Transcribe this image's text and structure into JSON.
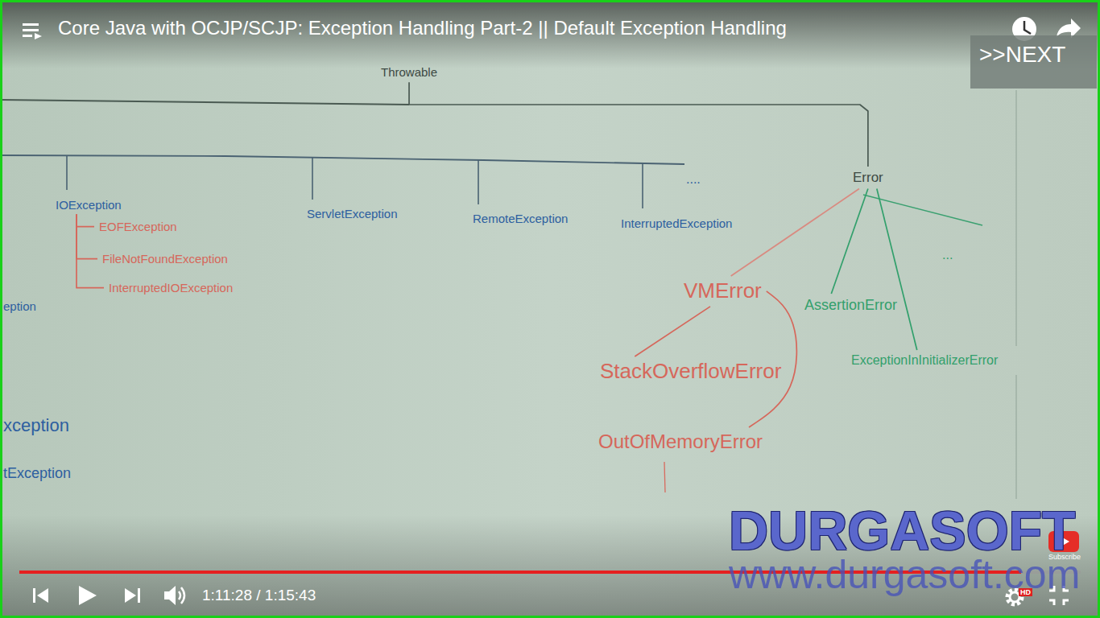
{
  "diagram": {
    "title": "Core Java with OCJP/SCJP: Exception Handling Part-2 || Default Exception Handling",
    "nodes": [
      {
        "text": [
          "Throwable"
        ]
      },
      {
        "text": [
          "IOException"
        ]
      },
      {
        "text": [
          "EOFException"
        ]
      },
      {
        "text": [
          "FileNotFoundException"
        ]
      },
      {
        "text": [
          "InterruptedIOException"
        ]
      },
      {
        "text": [
          "ServletException"
        ]
      },
      {
        "text": [
          "RemoteException"
        ]
      },
      {
        "text": [
          "InterruptedException"
        ]
      },
      {
        "text": [
          "Error"
        ]
      },
      {
        "text": [
          "VMError"
        ]
      },
      {
        "text": [
          "StackOverflowError"
        ]
      },
      {
        "text": [
          "OutOfMemoryError"
        ]
      },
      {
        "text": [
          "AssertionError"
        ]
      },
      {
        "text": [
          "ExceptionInInitializerError"
        ]
      }
    ],
    "edges": [
      {
        "from": 0,
        "to": 8,
        "arrow": "none"
      },
      {
        "from": 1,
        "to": 2,
        "arrow": "none"
      },
      {
        "from": 1,
        "to": 3,
        "arrow": "none"
      },
      {
        "from": 1,
        "to": 4,
        "arrow": "none"
      },
      {
        "from": 8,
        "to": 9,
        "arrow": "none"
      },
      {
        "from": 8,
        "to": 12,
        "arrow": "none"
      },
      {
        "from": 8,
        "to": 13,
        "arrow": "none"
      },
      {
        "from": 9,
        "to": 10,
        "arrow": "none"
      },
      {
        "from": 9,
        "to": 11,
        "arrow": "none"
      }
    ],
    "labels": [
      ">>NEXT",
      "....",
      "...",
      "eption",
      "xception",
      "tException",
      "DURGASOFT",
      "www.durgasoft.com",
      "Subscribe",
      "1:11:28 / 1:15:43",
      "HD"
    ]
  }
}
